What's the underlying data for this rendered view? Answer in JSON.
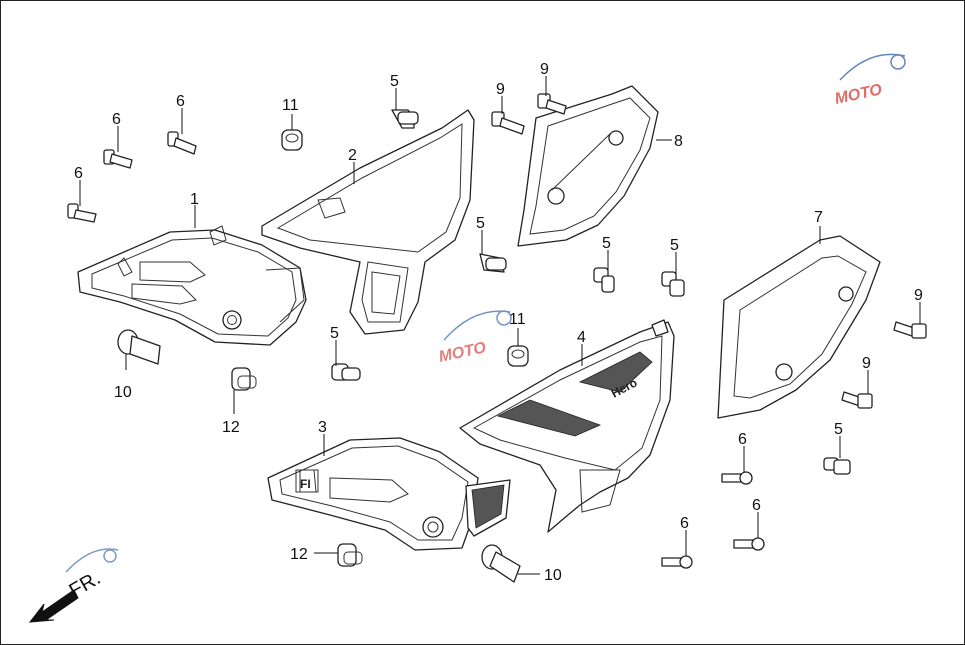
{
  "diagram": {
    "direction_label": "FR.",
    "watermark_text": "MOTO",
    "watermark_colors": {
      "blue": "#4a6fb5",
      "red": "#d9534f"
    },
    "callouts": [
      "1",
      "2",
      "3",
      "4",
      "5",
      "5",
      "5",
      "5",
      "5",
      "5",
      "6",
      "6",
      "6",
      "6",
      "6",
      "6",
      "7",
      "8",
      "9",
      "9",
      "9",
      "9",
      "10",
      "10",
      "11",
      "11",
      "12",
      "12"
    ],
    "emblem_text": "Hero",
    "badge_text": "FI"
  }
}
